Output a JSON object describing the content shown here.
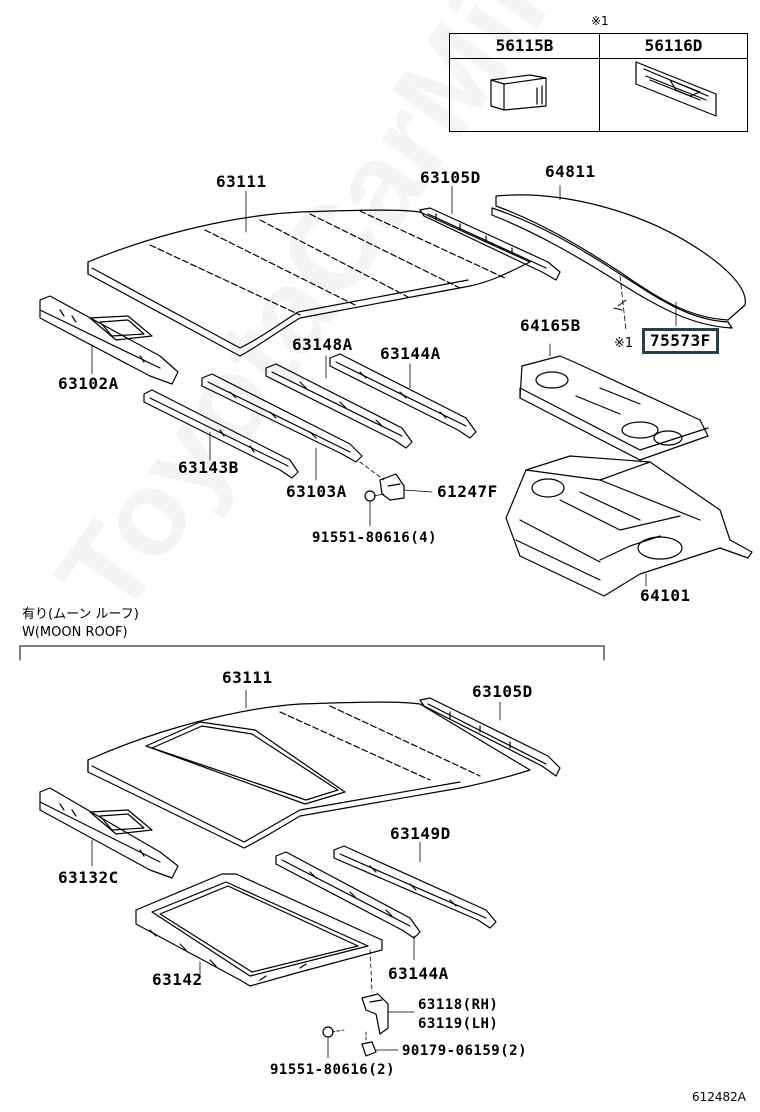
{
  "header_note": "※1",
  "insert_table": {
    "col1": "56115B",
    "col2": "56116D"
  },
  "parts_top": {
    "p63111": "63111",
    "p63105D": "63105D",
    "p64811": "64811",
    "p64165B": "64165B",
    "note_marker": "※1",
    "p75573F": "75573F",
    "p63102A": "63102A",
    "p63148A": "63148A",
    "p63144A": "63144A",
    "p63143B": "63143B",
    "p63103A": "63103A",
    "p61247F": "61247F",
    "p91551a": "91551-80616(4)",
    "p64101": "64101"
  },
  "section_moonroof": {
    "label_jp": "有り(ムーン ルーフ)",
    "label_en": "W(MOON ROOF)"
  },
  "parts_bottom": {
    "p63111": "63111",
    "p63105D": "63105D",
    "p63132C": "63132C",
    "p63149D": "63149D",
    "p63142": "63142",
    "p63144A": "63144A",
    "p63118": "63118(RH)",
    "p63119": "63119(LH)",
    "p90179": "90179-06159(2)",
    "p91551b": "91551-80616(2)"
  },
  "diagram_id": "612482A",
  "watermark": "ToyotaCarMint.ru"
}
